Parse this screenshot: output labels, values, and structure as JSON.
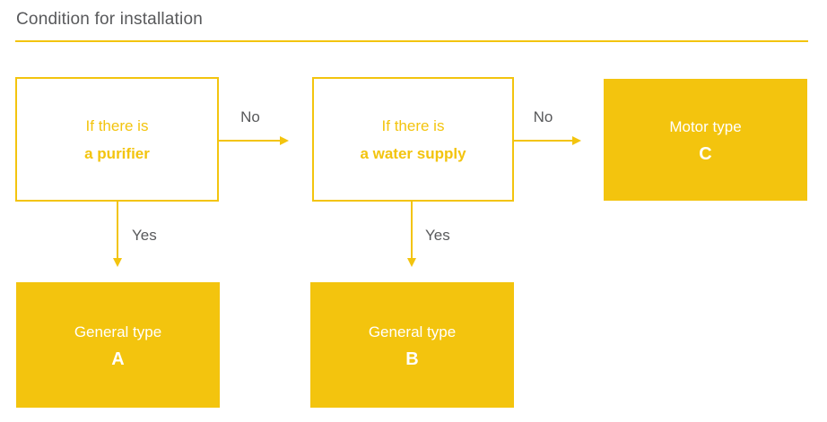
{
  "title": "Condition for installation",
  "colors": {
    "accent_yellow": "#F3C40E",
    "text_gray": "#58595B",
    "box_text_white": "#FFFFFF"
  },
  "flow": {
    "decision_purifier": {
      "line1": "If there is",
      "line2": "a purifier"
    },
    "decision_water_supply": {
      "line1": "If there is",
      "line2": "a water supply"
    },
    "result_a": {
      "label": "General type",
      "letter": "A"
    },
    "result_b": {
      "label": "General type",
      "letter": "B"
    },
    "result_c": {
      "label": "Motor type",
      "letter": "C"
    },
    "edges": {
      "no_purifier": "No",
      "no_water_supply": "No",
      "yes_purifier": "Yes",
      "yes_water_supply": "Yes"
    }
  }
}
